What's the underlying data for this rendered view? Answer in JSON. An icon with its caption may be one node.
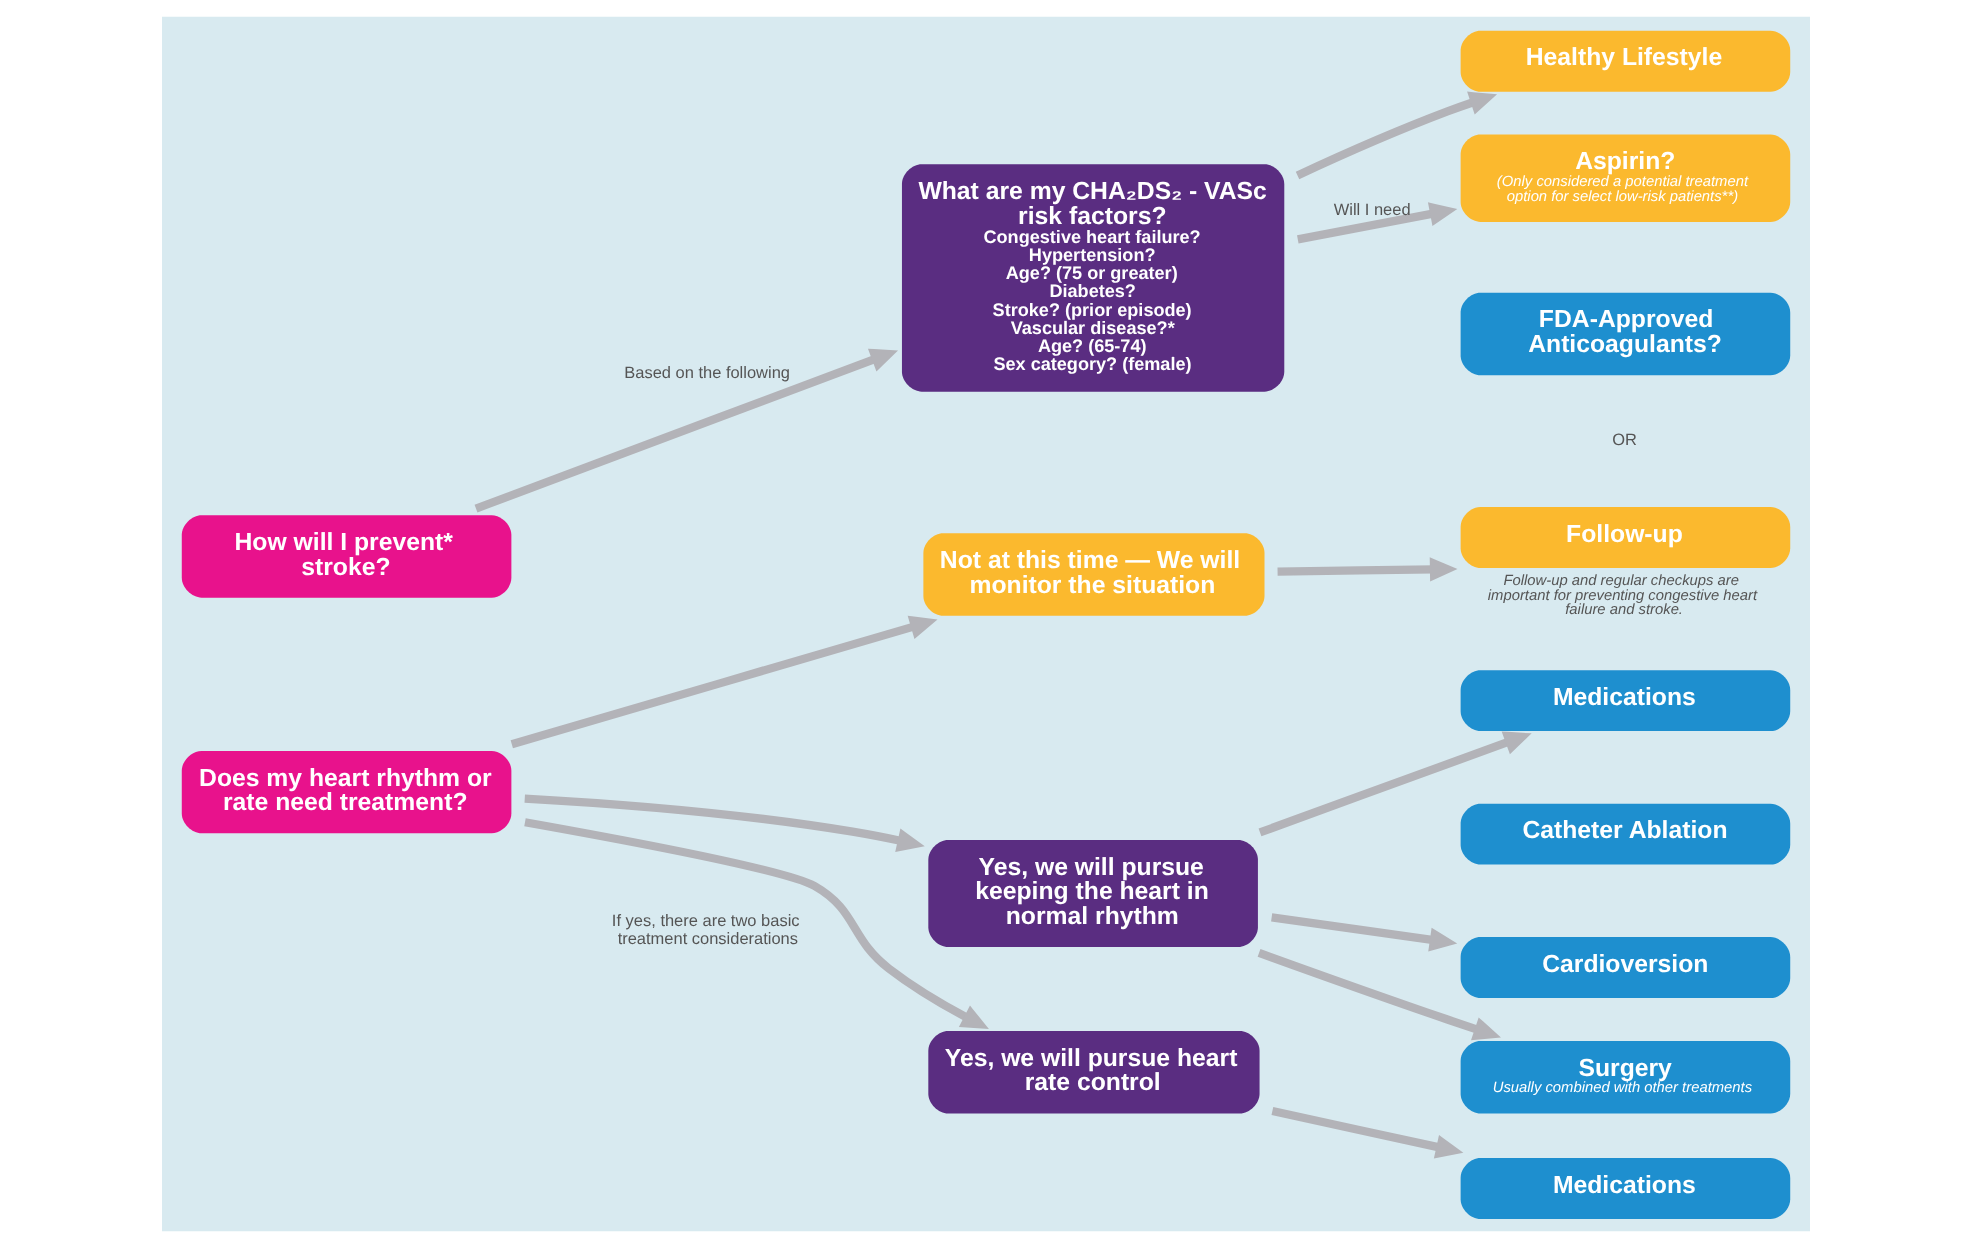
{
  "diagram": {
    "nodes": [
      {
        "text": [
          "How will I prevent* stroke?"
        ]
      },
      {
        "text": [
          "What are my CHA₂DS₂ - VASc risk factors?",
          "Congestive heart failure?",
          "Hypertension?",
          "Age? (75 or greater)",
          "Diabetes?",
          "Stroke? (prior episode)",
          "Vascular disease?*",
          "Age? (65-74)",
          "Sex category? (female)"
        ]
      },
      {
        "text": [
          "Healthy Lifestyle"
        ]
      },
      {
        "text": [
          "Aspirin?",
          "(Only considered a potential treatment option for select low-risk patients**)"
        ]
      },
      {
        "text": [
          "FDA-Approved Anticoagulants?"
        ]
      },
      {
        "text": [
          "Does my heart rhythm or rate need treatment?"
        ]
      },
      {
        "text": [
          "Not at this time — We will monitor the situation"
        ]
      },
      {
        "text": [
          "Follow-up"
        ],
        "beside": [
          "Follow-up and regular checkups are important for preventing congestive heart failure and stroke."
        ]
      },
      {
        "text": [
          "Yes, we will pursue keeping the heart in normal rhythm"
        ]
      },
      {
        "text": [
          "Medications"
        ]
      },
      {
        "text": [
          "Catheter Ablation"
        ]
      },
      {
        "text": [
          "Cardioversion"
        ]
      },
      {
        "text": [
          "Surgery",
          "Usually combined with other treatments"
        ]
      },
      {
        "text": [
          "Yes, we will pursue heart rate control"
        ]
      },
      {
        "text": [
          "Medications"
        ]
      }
    ],
    "edges": [
      {
        "from": 0,
        "to": 1,
        "arrow": "to",
        "label": "Based on the following"
      },
      {
        "from": 1,
        "to": 2,
        "arrow": "to"
      },
      {
        "from": 1,
        "to": 3,
        "arrow": "to",
        "label": "Will I need"
      },
      {
        "from": 5,
        "to": 6,
        "arrow": "to"
      },
      {
        "from": 6,
        "to": 7,
        "arrow": "to"
      },
      {
        "from": 5,
        "to": 8,
        "arrow": "to"
      },
      {
        "from": 5,
        "to": 13,
        "arrow": "to"
      },
      {
        "from": 8,
        "to": 9,
        "arrow": "to"
      },
      {
        "from": 8,
        "to": 11,
        "arrow": "to"
      },
      {
        "from": 8,
        "to": 12,
        "arrow": "to"
      },
      {
        "from": 13,
        "to": 14,
        "arrow": "to"
      }
    ],
    "labels": [
      "OR",
      "If yes, there are two basic treatment considerations"
    ]
  }
}
